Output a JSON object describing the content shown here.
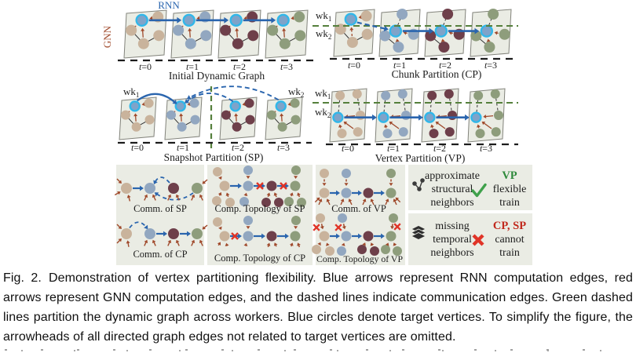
{
  "colors": {
    "tan": "#c9b39c",
    "blue": "#92a7c0",
    "maroon": "#6e3f4a",
    "green": "#8e9d7c",
    "target_fill": "#7fa3c9",
    "target_ring": "#31b7e9",
    "rnn_blue": "#2a65ae",
    "gnn_red": "#a04a2c",
    "partition_green": "#55803c",
    "cross_red": "#e03427",
    "check_green": "#3fa14b",
    "vp_green": "#2f8a3c",
    "cpsp_red": "#c1281c",
    "panel_bg": "#eaece4",
    "panel_border": "#82837b",
    "ink": "#1c1c1c"
  },
  "figure": {
    "rnn_label": "RNN",
    "gnn_label": "GNN",
    "time_labels": [
      "t=0",
      "t=1",
      "t=2",
      "t=3"
    ],
    "worker1": {
      "base": "wk",
      "sub": "1"
    },
    "worker2": {
      "base": "wk",
      "sub": "2"
    },
    "snapshot_colors": [
      "tan",
      "blue",
      "maroon",
      "green"
    ],
    "titles": {
      "initial": "Initial Dynamic Graph",
      "cp": "Chunk Partition (CP)",
      "sp": "Snapshot Partition (SP)",
      "vp": "Vertex Partition (VP)"
    },
    "bottom_labels": {
      "comm_sp": "Comm. of SP",
      "comm_cp": "Comm. of CP",
      "topo_sp": "Comp. Topology of SP",
      "topo_cp": "Comp. Topology of CP",
      "comm_vp": "Comm.  of  VP",
      "topo_vp": "Comp. Topology of VP"
    },
    "legend": [
      {
        "icon": "structural-neighbors-icon",
        "desc": [
          "approximate",
          "structural",
          "neighbors"
        ],
        "mark": "check",
        "result": [
          "VP",
          "flexible",
          "train"
        ]
      },
      {
        "icon": "temporal-layers-icon",
        "desc": [
          "missing",
          "temporal",
          "neighbors"
        ],
        "mark": "cross",
        "result": [
          "CP, SP",
          "cannot",
          "train"
        ]
      }
    ]
  },
  "caption": {
    "label": "Fig. 2.",
    "text": "Demonstration of vertex partitioning flexibility. Blue arrows represent RNN computation edges, red arrows represent GNN computation edges, and the dashed lines indicate communication edges. Green dashed lines partition the dynamic graph across workers. Blue circles denote target vertices. To simplify the figure, the arrowheads of all directed graph edges not related to target vertices are omitted."
  }
}
